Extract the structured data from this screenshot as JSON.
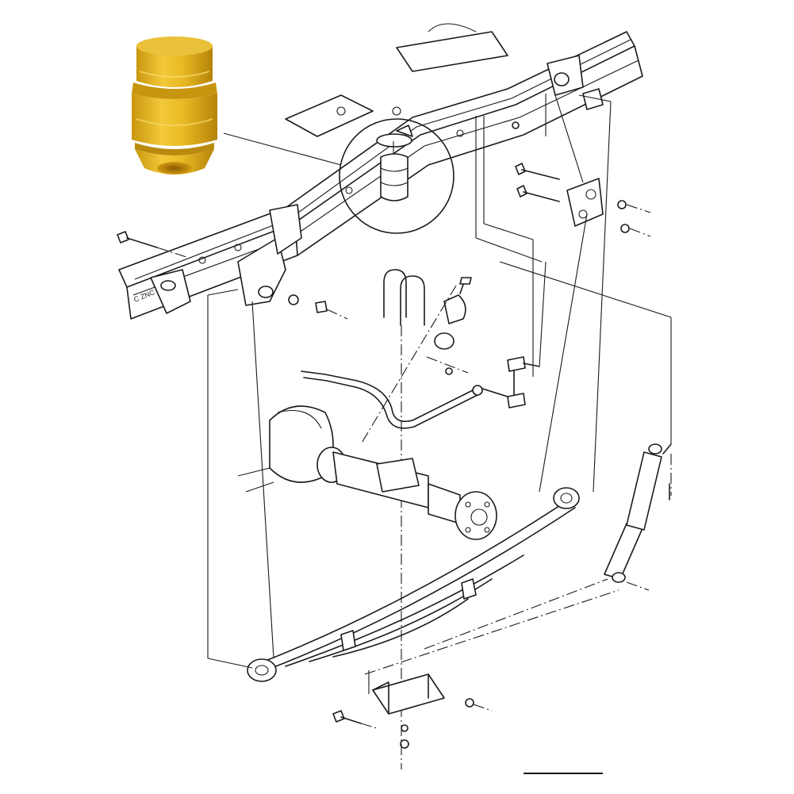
{
  "diagram": {
    "type": "exploded-view technical illustration",
    "subject": "Rear leaf-spring suspension assembly with frame, axle, stabilizer bar, shock absorber and jounce bumper",
    "frame_stamp_text": "C ZNC",
    "inset_photo": {
      "subject": "yellow polyurethane bump stop (jounce bumper)",
      "color_main": "#E8B820",
      "color_shadow": "#B98A0E",
      "color_highlight": "#F7D35A"
    },
    "callout_circle": "detail of jounce bumper mounted to frame bracket",
    "components": [
      "frame rail",
      "jounce bumper (bump stop)",
      "front spring hanger bolt",
      "rear shackle bracket",
      "shackle bolts",
      "U-bolts",
      "stabilizer bar bushing",
      "stabilizer bar clamp",
      "stabilizer bar",
      "stabilizer link",
      "rear axle housing",
      "differential carrier",
      "wheel hub",
      "leaf spring",
      "spring eye bushing",
      "shock absorber",
      "spring plate",
      "spring plate bolt",
      "nuts and washers"
    ],
    "scale_bar": true,
    "line_color": "#1a1a1a",
    "background": "#ffffff"
  }
}
